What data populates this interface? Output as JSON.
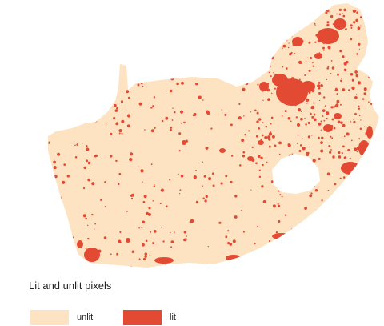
{
  "map": {
    "legend": {
      "title": "Lit and unlit pixels",
      "items": [
        {
          "label": "unlit",
          "color": "#FDE3C1"
        },
        {
          "label": "lit",
          "color": "#E34A33"
        }
      ]
    }
  }
}
